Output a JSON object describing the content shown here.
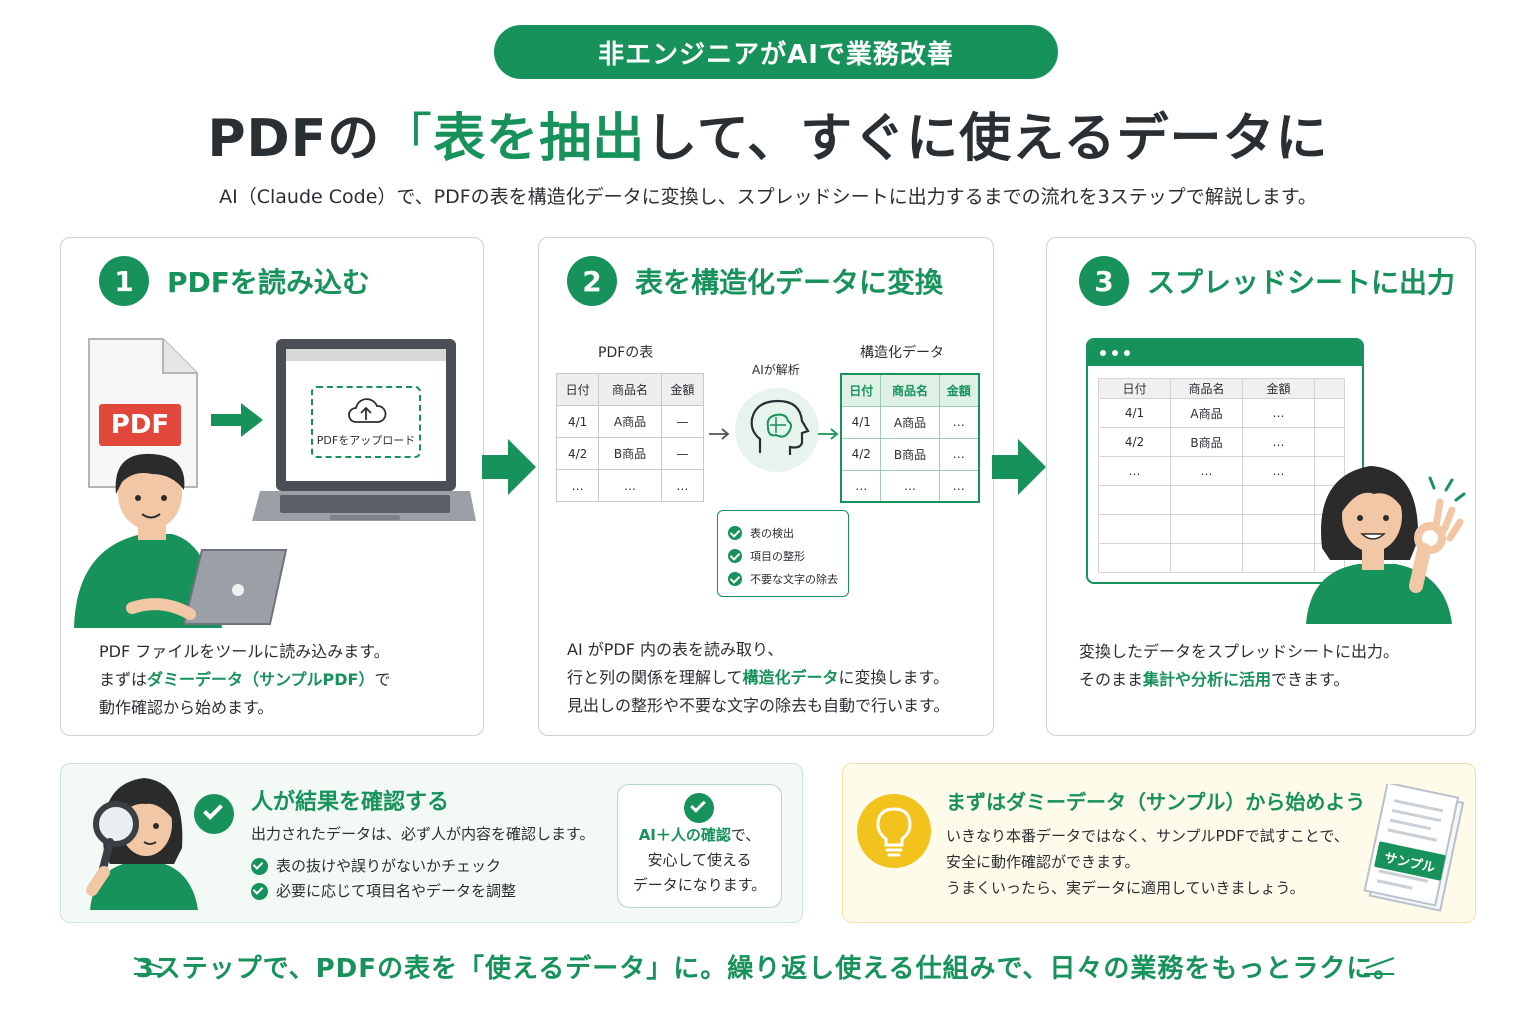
{
  "header": {
    "pill": "非エンジニアがAIで業務改善",
    "title_pre": "PDFの",
    "title_open_bracket": "「",
    "title_highlight": "表を抽出",
    "title_post": "して、すぐに使えるデータに",
    "subtitle": "AI（Claude Code）で、PDFの表を構造化データに変換し、スプレッドシートに出力するまでの流れを3ステップで解説します。"
  },
  "step1": {
    "num": "1",
    "title": "PDFを読み込む",
    "pdf_badge": "PDF",
    "upload_label": "PDFをアップロード",
    "desc_line1": "PDF ファイルをツールに読み込みます。",
    "desc_line2_pre": "まずは",
    "desc_line2_hl": "ダミーデータ（サンプルPDF）",
    "desc_line2_post": "で",
    "desc_line3": "動作確認から始めます。"
  },
  "step2": {
    "num": "2",
    "title": "表を構造化データに変換",
    "pdf_table_label": "PDFの表",
    "ai_label": "AIが解析",
    "structured_label": "構造化データ",
    "headers": [
      "日付",
      "商品名",
      "金額"
    ],
    "pdf_rows": [
      [
        "4/1",
        "A商品",
        "—"
      ],
      [
        "4/2",
        "B商品",
        "—"
      ],
      [
        "…",
        "…",
        "…"
      ]
    ],
    "struct_rows": [
      [
        "4/1",
        "A商品",
        "…"
      ],
      [
        "4/2",
        "B商品",
        "…"
      ],
      [
        "…",
        "…",
        "…"
      ]
    ],
    "checks": [
      "表の検出",
      "項目の整形",
      "不要な文字の除去"
    ],
    "desc_line1": "AI がPDF 内の表を読み取り、",
    "desc_line2_pre": "行と列の関係を理解して",
    "desc_line2_hl": "構造化データ",
    "desc_line2_post": "に変換します。",
    "desc_line3": "見出しの整形や不要な文字の除去も自動で行います。"
  },
  "step3": {
    "num": "3",
    "title": "スプレッドシートに出力",
    "headers": [
      "日付",
      "商品名",
      "金額"
    ],
    "rows": [
      [
        "4/1",
        "A商品",
        "…"
      ],
      [
        "4/2",
        "B商品",
        "…"
      ],
      [
        "…",
        "…",
        "…"
      ]
    ],
    "desc_line1": "変換したデータをスプレッドシートに出力。",
    "desc_line2_pre": "そのまま",
    "desc_line2_hl": "集計や分析に活用",
    "desc_line2_post": "できます。"
  },
  "check_section": {
    "title": "人が結果を確認する",
    "text": "出力されたデータは、必ず人が内容を確認します。",
    "items": [
      "表の抜けや誤りがないかチェック",
      "必要に応じて項目名やデータを調整"
    ],
    "bubble_hl": "AI＋人の確認",
    "bubble_line1_post": "で、",
    "bubble_line2": "安心して使える",
    "bubble_line3": "データになります。"
  },
  "tip_section": {
    "title": "まずはダミーデータ（サンプル）から始めよう",
    "line1": "いきなり本番データではなく、サンプルPDFで試すことで、",
    "line2": "安全に動作確認ができます。",
    "line3": "うまくいったら、実データに適用していきましょう。",
    "sample_tag": "サンプル"
  },
  "footer": {
    "text": "3ステップで、PDFの表を「使えるデータ」に。繰り返し使える仕組みで、日々の業務をもっとラクに。"
  },
  "colors": {
    "accent": "#17925a",
    "pdf_red": "#e2473c",
    "bulb_yellow": "#f2c31d"
  }
}
